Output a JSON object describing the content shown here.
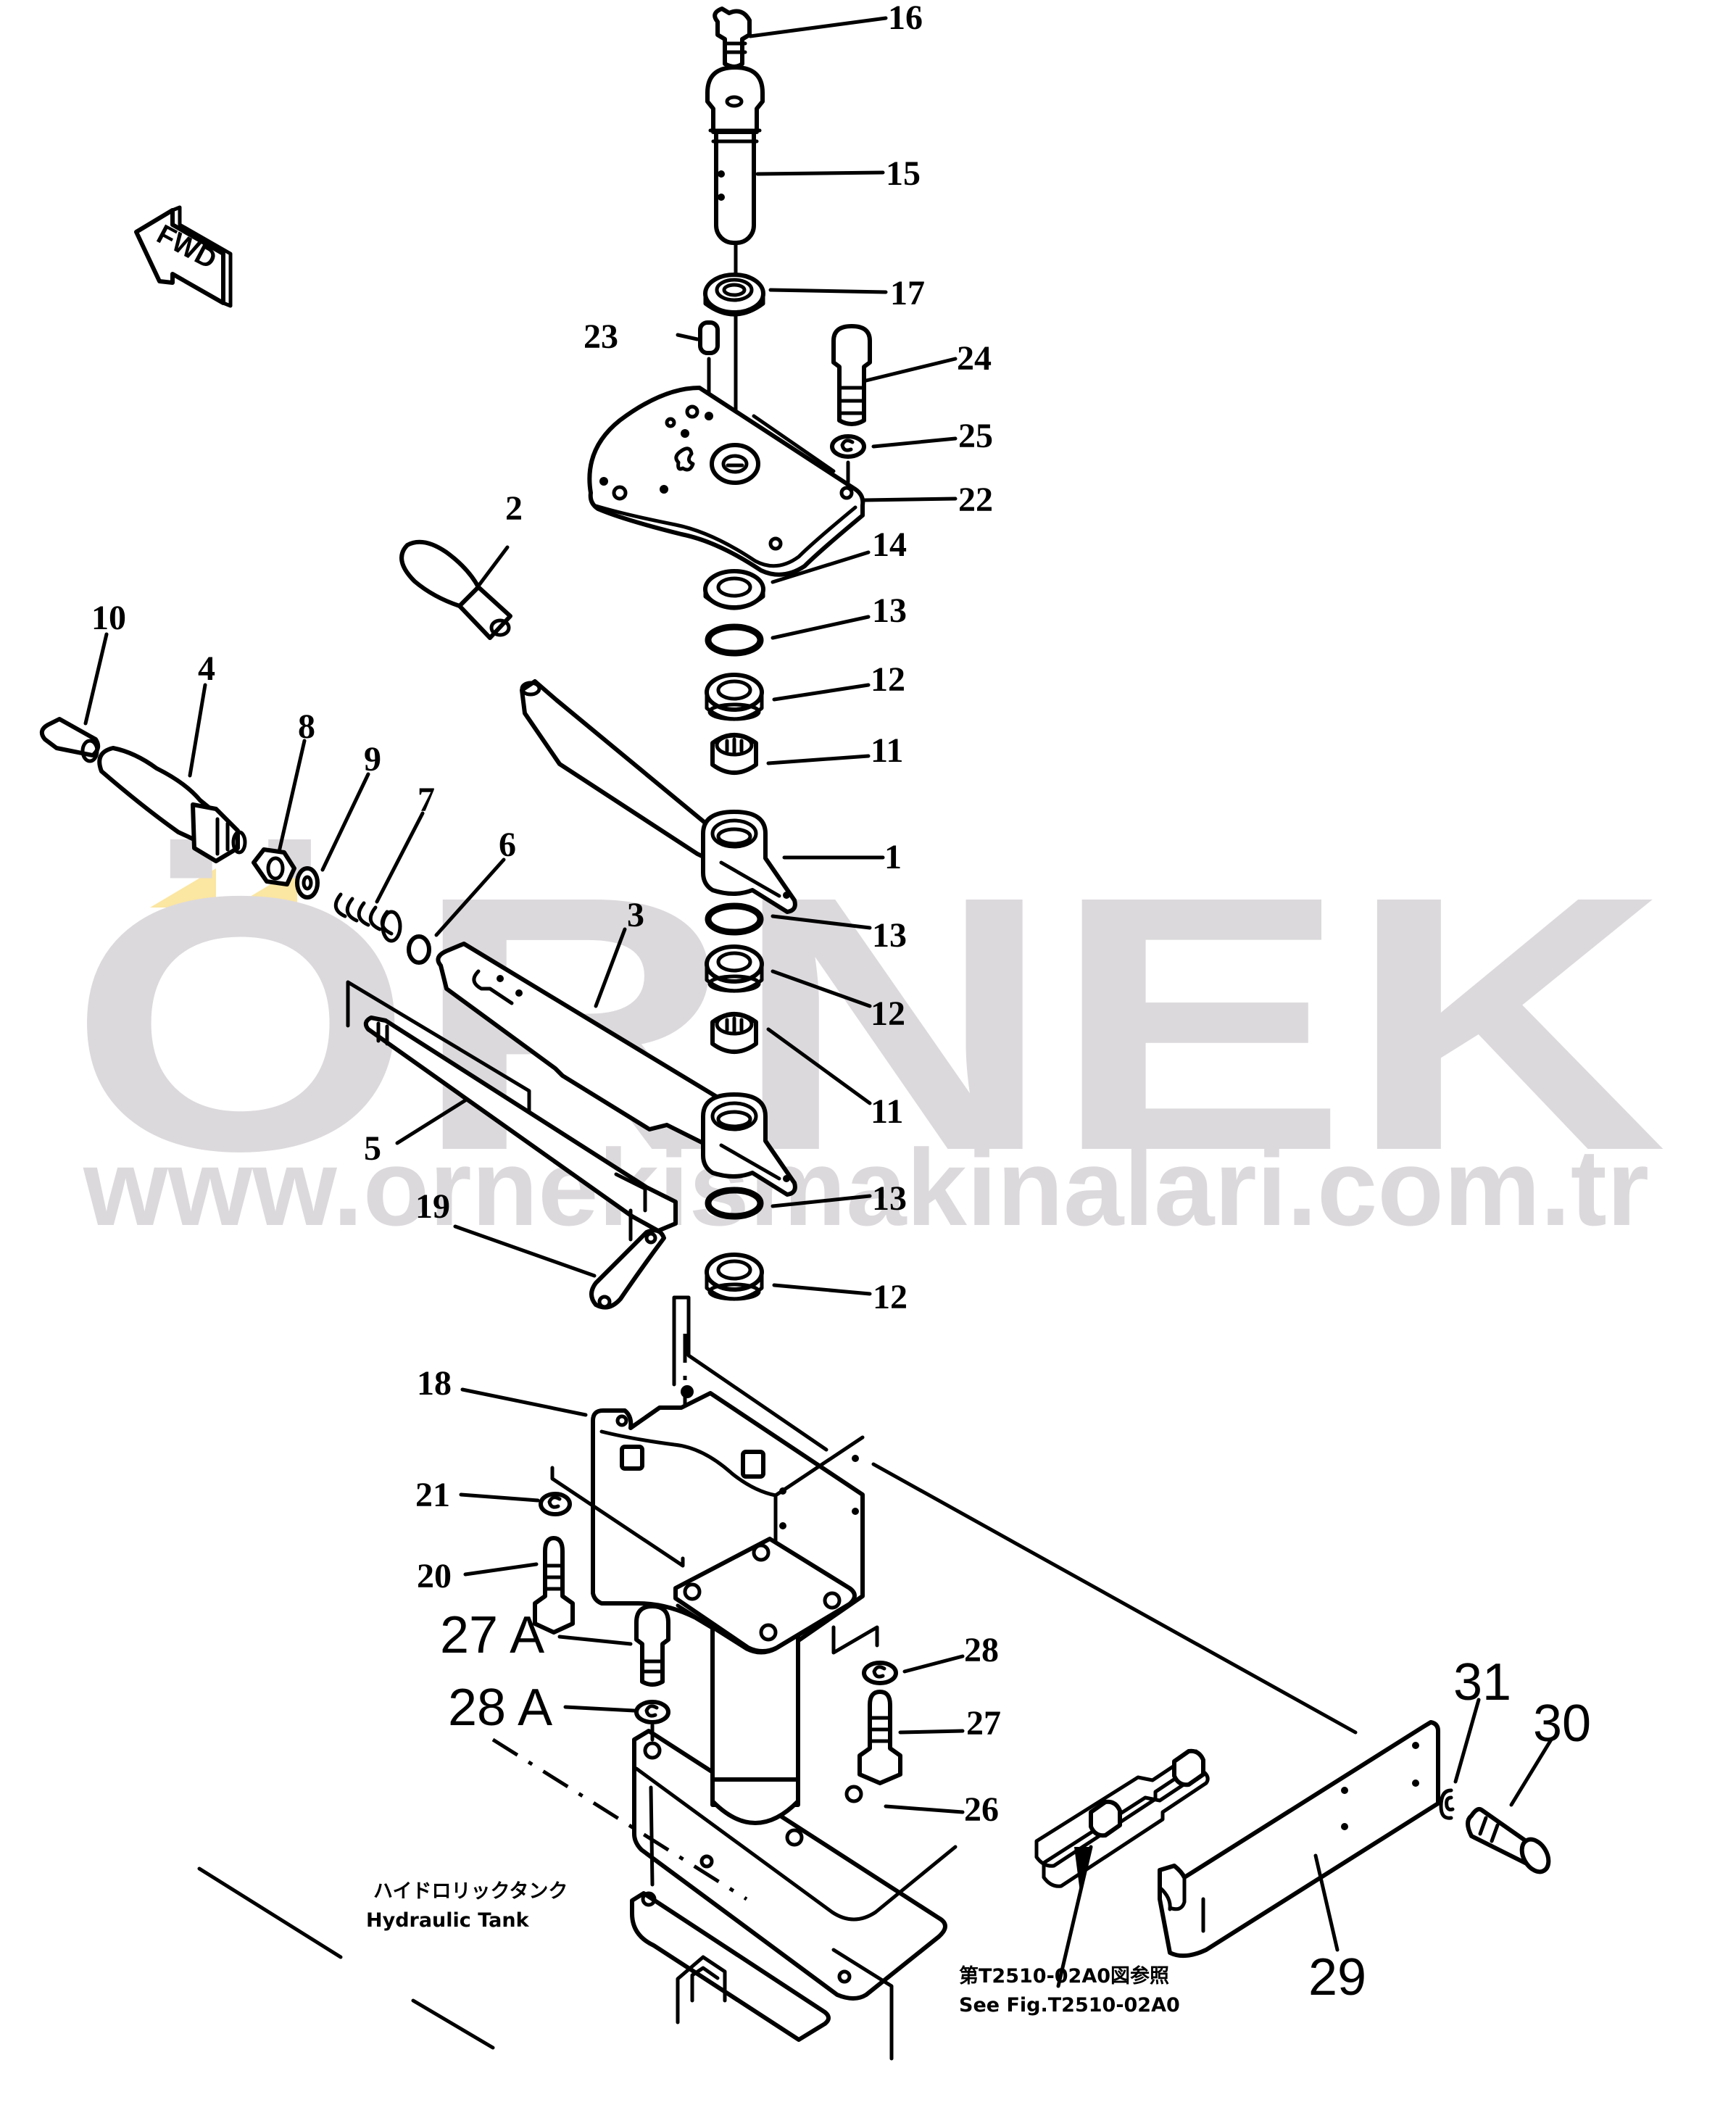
{
  "diagram": {
    "type": "exploded-parts-diagram",
    "subject": "Control lever assembly",
    "orientation_marker": {
      "label": "FWD",
      "icon": "forward-arrow-icon"
    },
    "watermark": {
      "brand": "ÖRNEK",
      "url": "www.ornekismakinalari.com.tr",
      "text_color": "#dcd9dc",
      "accent_color": "#fbe6a2"
    },
    "callouts": [
      {
        "id": "1",
        "label": "1"
      },
      {
        "id": "2",
        "label": "2"
      },
      {
        "id": "3",
        "label": "3"
      },
      {
        "id": "4",
        "label": "4"
      },
      {
        "id": "5",
        "label": "5"
      },
      {
        "id": "6",
        "label": "6"
      },
      {
        "id": "7",
        "label": "7"
      },
      {
        "id": "8",
        "label": "8"
      },
      {
        "id": "9",
        "label": "9"
      },
      {
        "id": "10",
        "label": "10"
      },
      {
        "id": "11a",
        "label": "11"
      },
      {
        "id": "11b",
        "label": "11"
      },
      {
        "id": "12a",
        "label": "12"
      },
      {
        "id": "12b",
        "label": "12"
      },
      {
        "id": "12c",
        "label": "12"
      },
      {
        "id": "13a",
        "label": "13"
      },
      {
        "id": "13b",
        "label": "13"
      },
      {
        "id": "13c",
        "label": "13"
      },
      {
        "id": "14",
        "label": "14"
      },
      {
        "id": "15",
        "label": "15"
      },
      {
        "id": "16",
        "label": "16"
      },
      {
        "id": "17",
        "label": "17"
      },
      {
        "id": "18",
        "label": "18"
      },
      {
        "id": "19",
        "label": "19"
      },
      {
        "id": "20",
        "label": "20"
      },
      {
        "id": "21",
        "label": "21"
      },
      {
        "id": "22",
        "label": "22"
      },
      {
        "id": "23",
        "label": "23"
      },
      {
        "id": "24",
        "label": "24"
      },
      {
        "id": "25",
        "label": "25"
      },
      {
        "id": "26",
        "label": "26"
      },
      {
        "id": "27",
        "label": "27"
      },
      {
        "id": "27A",
        "label": "27 A"
      },
      {
        "id": "28",
        "label": "28"
      },
      {
        "id": "28A",
        "label": "28 A"
      },
      {
        "id": "29",
        "label": "29"
      },
      {
        "id": "30",
        "label": "30"
      },
      {
        "id": "31",
        "label": "31"
      }
    ],
    "notes": {
      "tank_jp": "ハイドロリックタンク",
      "tank_en": "Hydraulic  Tank",
      "ref_jp": "第T2510-02A0図参照",
      "ref_en": "See Fig.T2510-02A0"
    }
  }
}
